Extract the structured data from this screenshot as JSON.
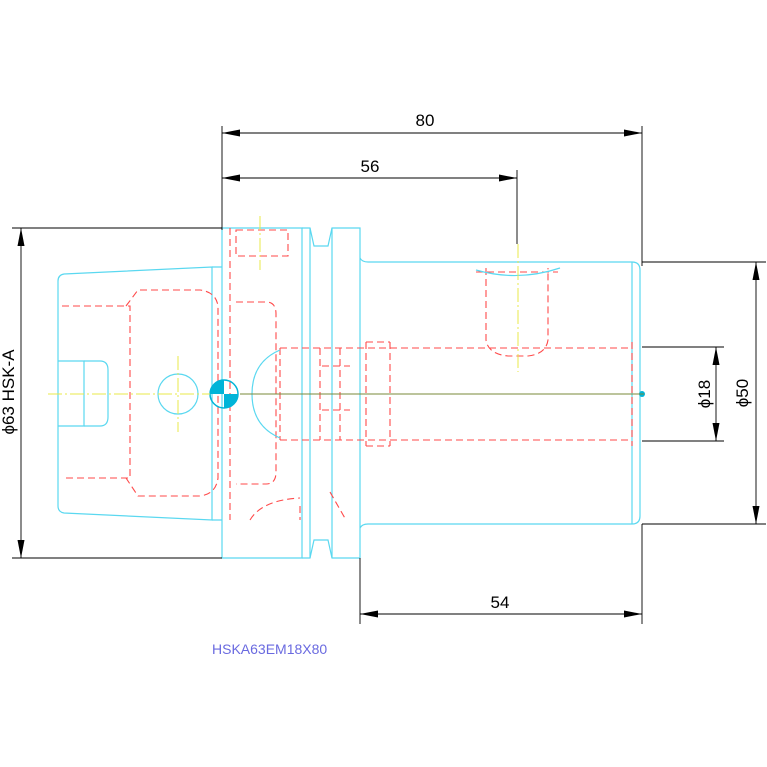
{
  "dimensions": {
    "overall_length": "80",
    "neck_length": "56",
    "flange_diameter": "ϕ63 HSK-A",
    "body_diameter": "ϕ50",
    "bore_diameter": "ϕ18",
    "body_length": "54"
  },
  "part_label": "HSKA63EM18X80",
  "colors": {
    "outline": "#5ad8f0",
    "hidden": "#ff4a4a",
    "centerline": "#e8e84a",
    "dimension": "#000000",
    "label": "#6a6ae0"
  }
}
